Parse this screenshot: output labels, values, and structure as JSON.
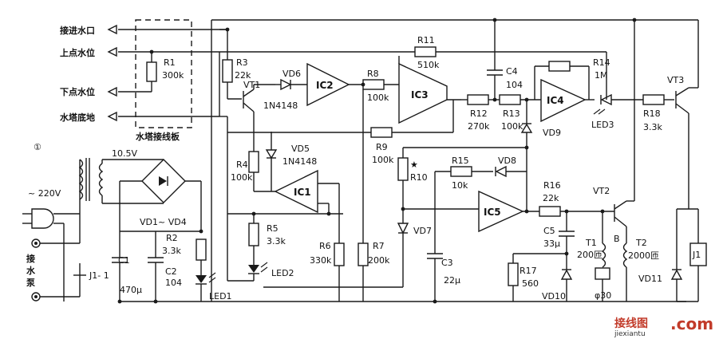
{
  "figure_number": "①",
  "left_terminals": {
    "inlet": "接进水口",
    "upper_level": "上点水位",
    "lower_level": "下点水位",
    "tower_bottom": "水塔底地"
  },
  "tower_board": {
    "caption": "水塔接线板",
    "r1_name": "R1",
    "r1_value": "300k"
  },
  "power": {
    "mains": "~ 220V",
    "transformer_out": "10.5V",
    "bridge": "VD1~ VD4",
    "pump_label": "接水泵",
    "relay_contact": "J1- 1"
  },
  "components": {
    "r2": "R2",
    "r2_val": "3.3k",
    "c1": "C1",
    "c1_val": "470μ",
    "c2": "C2",
    "c2_val": "104",
    "led1": "LED1",
    "r3": "R3",
    "r3_val": "22k",
    "vt1": "VT1",
    "vd6": "VD6",
    "vd6_part": "1N4148",
    "vd5": "VD5",
    "vd5_part": "1N4148",
    "r4": "R4",
    "r4_val": "100k",
    "r5": "R5",
    "r5_val": "3.3k",
    "led2": "LED2",
    "r6": "R6",
    "r6_val": "330k",
    "r7": "R7",
    "r7_val": "200k",
    "r8": "R8",
    "r8_val": "100k",
    "r9": "R9",
    "r9_val": "100k",
    "r10": "R10",
    "r10_mark": "★",
    "vd7": "VD7",
    "r11": "R11",
    "r11_val": "510k",
    "r12": "R12",
    "r12_val": "270k",
    "r13": "R13",
    "r13_val": "100k",
    "c4": "C4",
    "c4_val": "104",
    "r14": "R14",
    "r14_val": "1M",
    "vd9": "VD9",
    "led3": "LED3",
    "r15": "R15",
    "r15_val": "10k",
    "vd8": "VD8",
    "r16": "R16",
    "r16_val": "22k",
    "c3": "C3",
    "c3_val": "22μ",
    "c5": "C5",
    "c5_val": "33μ",
    "r17": "R17",
    "r17_val": "560",
    "vd10": "VD10",
    "t1": "T1",
    "t1_val": "200匝",
    "t1_core": "φ30",
    "t2": "T2",
    "t2_val": "2000匝",
    "b": "B",
    "vt2": "VT2",
    "r18": "R18",
    "r18_val": "3.3k",
    "vt3": "VT3",
    "vd11": "VD11",
    "j1": "J1"
  },
  "ics": {
    "ic1": "IC1",
    "ic2": "IC2",
    "ic3": "IC3",
    "ic4": "IC4",
    "ic5": "IC5"
  },
  "watermark": {
    "site": "接线图",
    "dotcom": ".com",
    "domain": "jiexiantu"
  }
}
